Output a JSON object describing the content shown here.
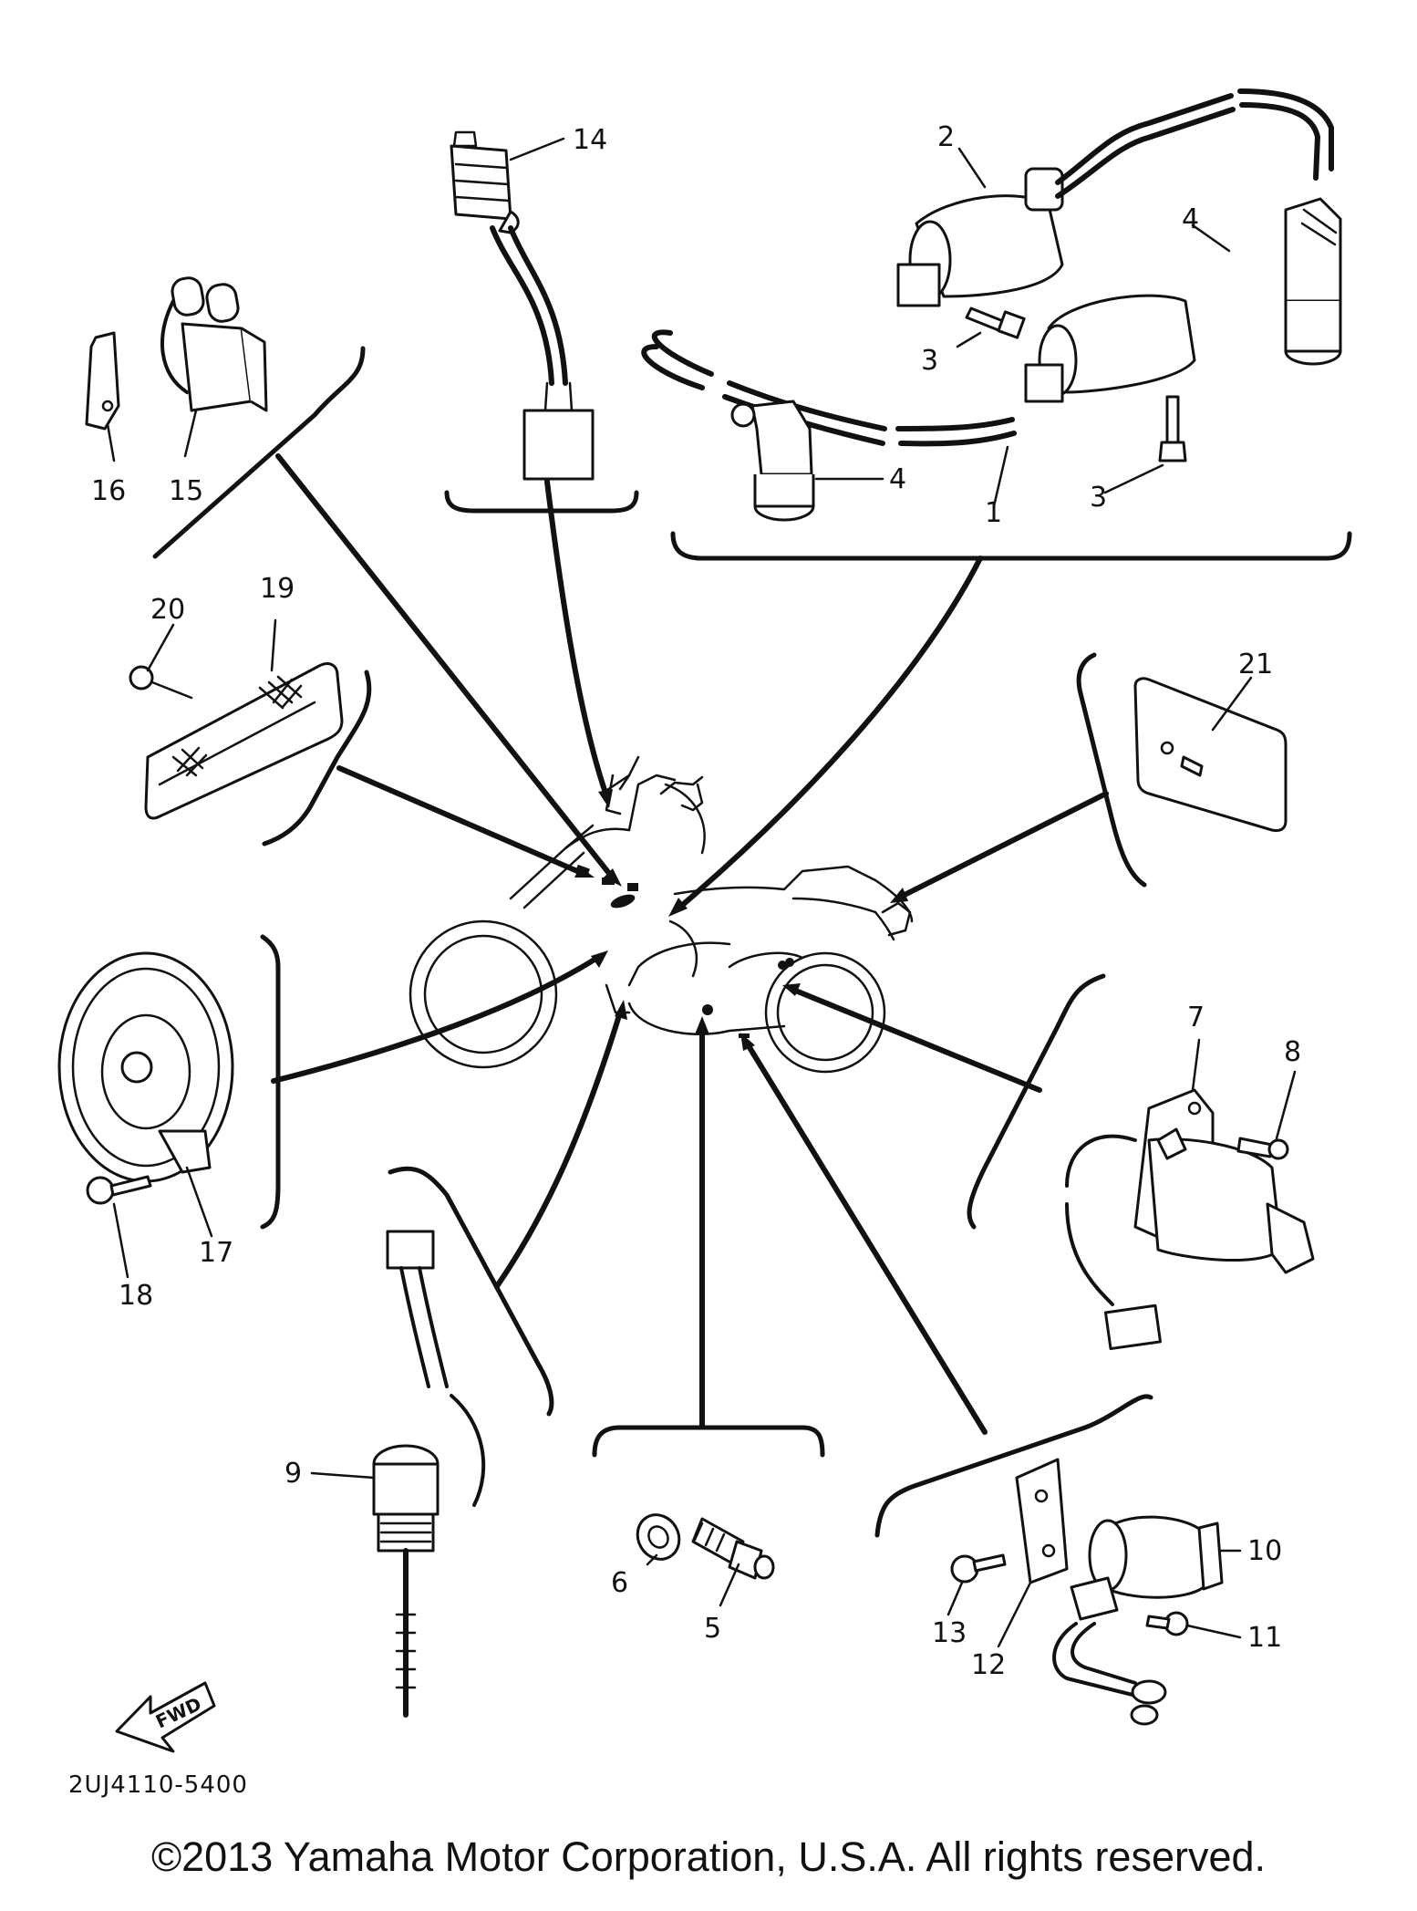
{
  "diagram": {
    "parts": [
      {
        "id": "1",
        "label": "1"
      },
      {
        "id": "2",
        "label": "2"
      },
      {
        "id": "3a",
        "label": "3"
      },
      {
        "id": "3b",
        "label": "3"
      },
      {
        "id": "4a",
        "label": "4"
      },
      {
        "id": "4b",
        "label": "4"
      },
      {
        "id": "5",
        "label": "5"
      },
      {
        "id": "6",
        "label": "6"
      },
      {
        "id": "7",
        "label": "7"
      },
      {
        "id": "8",
        "label": "8"
      },
      {
        "id": "9",
        "label": "9"
      },
      {
        "id": "10",
        "label": "10"
      },
      {
        "id": "11",
        "label": "11"
      },
      {
        "id": "12",
        "label": "12"
      },
      {
        "id": "13",
        "label": "13"
      },
      {
        "id": "14",
        "label": "14"
      },
      {
        "id": "15",
        "label": "15"
      },
      {
        "id": "16",
        "label": "16"
      },
      {
        "id": "17",
        "label": "17"
      },
      {
        "id": "18",
        "label": "18"
      },
      {
        "id": "19",
        "label": "19"
      },
      {
        "id": "20",
        "label": "20"
      },
      {
        "id": "21",
        "label": "21"
      }
    ],
    "fwd_label": "FWD",
    "drawing_code": "2UJ4110-5400"
  },
  "footer": {
    "copyright": "©2013 Yamaha Motor Corporation, U.S.A. All rights reserved."
  }
}
